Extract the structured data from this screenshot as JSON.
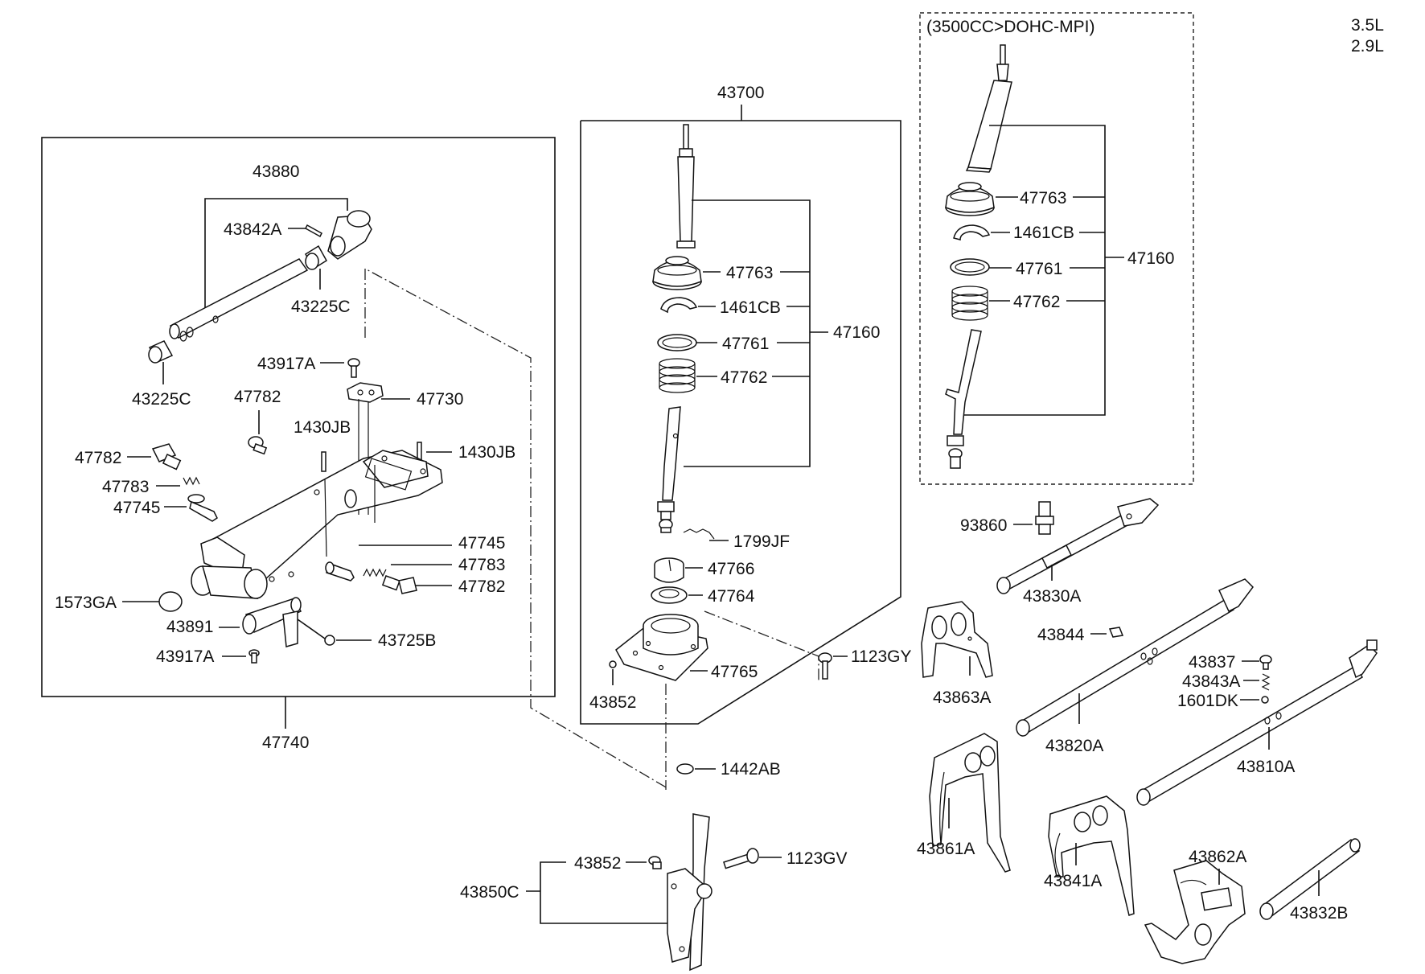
{
  "header": {
    "engine_top": "3.5L",
    "engine_bottom": "2.9L",
    "variant_note": "(3500CC>DOHC-MPI)"
  },
  "labels": {
    "l43880": "43880",
    "l43842A": "43842A",
    "l43225C_top": "43225C",
    "l43225C_left": "43225C",
    "l43917A_top": "43917A",
    "l47730": "47730",
    "l47782_top": "47782",
    "l1430JB_mid": "1430JB",
    "l1430JB_right": "1430JB",
    "l47782_left": "47782",
    "l47783_left": "47783",
    "l47745_left": "47745",
    "l47745_right": "47745",
    "l47783_right": "47783",
    "l47782_right": "47782",
    "l1573GA": "1573GA",
    "l43891": "43891",
    "l43725B": "43725B",
    "l43917A_bottom": "43917A",
    "l47740": "47740",
    "l43700": "43700",
    "l47763_mid": "47763",
    "l1461CB_mid": "1461CB",
    "l47761_mid": "47761",
    "l47762_mid": "47762",
    "l47160_mid": "47160",
    "l1799JF": "1799JF",
    "l47766": "47766",
    "l47764": "47764",
    "l47765": "47765",
    "l43852_mid": "43852",
    "l1123GY": "1123GY",
    "l1442AB": "1442AB",
    "l43852_bottom": "43852",
    "l1123GV": "1123GV",
    "l43850C": "43850C",
    "l47763_right": "47763",
    "l1461CB_right": "1461CB",
    "l47761_right": "47761",
    "l47762_right": "47762",
    "l47160_right": "47160",
    "l93860": "93860",
    "l43830A": "43830A",
    "l43844": "43844",
    "l43863A": "43863A",
    "l43837": "43837",
    "l43843A": "43843A",
    "l1601DK": "1601DK",
    "l43820A": "43820A",
    "l43810A": "43810A",
    "l43861A": "43861A",
    "l43841A": "43841A",
    "l43862A": "43862A",
    "l43832B": "43832B"
  }
}
